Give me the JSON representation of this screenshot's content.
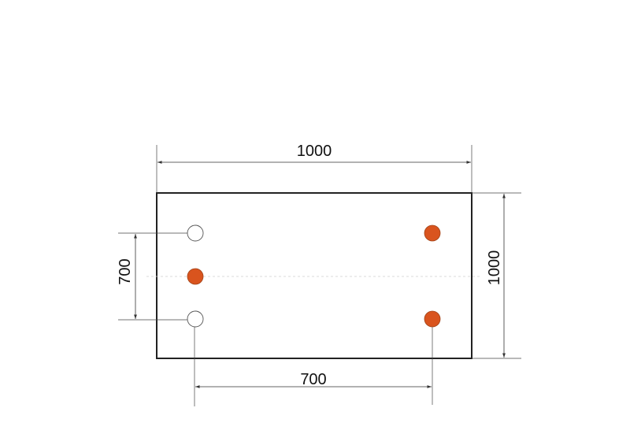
{
  "dimensions": {
    "top_width": "1000",
    "right_height": "1000",
    "left_hole_spacing": "700",
    "bottom_hole_spacing": "700"
  },
  "colors": {
    "filled_hole": "#d9541e",
    "panel_outline": "#222222"
  }
}
